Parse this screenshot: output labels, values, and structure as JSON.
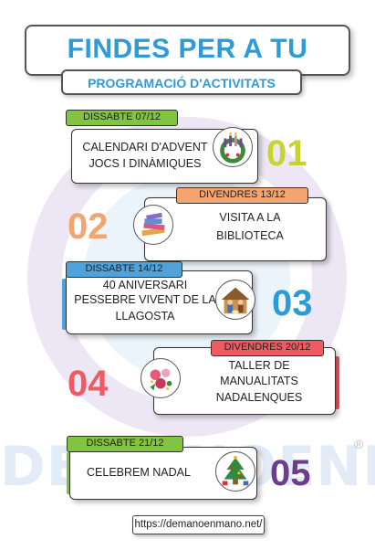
{
  "watermark": {
    "brand": "DEMANOENMANO",
    "registered": "®"
  },
  "header": {
    "title": "FINDES PER A TU",
    "subtitle": "PROGRAMACIÓ D'ACTIVITATS"
  },
  "events": [
    {
      "date": "DISSABTE 07/12",
      "lines": [
        "CALENDARI D'ADVENT",
        "JOCS I DINÀMIQUES"
      ],
      "number": "01",
      "tag_color": "#82c341",
      "number_color": "#c5d42f",
      "icon": "advent-wreath-icon"
    },
    {
      "date": "DIVENDRES 13/12",
      "lines": [
        "VISITA A LA",
        "BIBLIOTECA"
      ],
      "number": "02",
      "tag_color": "#f4a470",
      "number_color": "#f4a470",
      "icon": "books-icon"
    },
    {
      "date": "DISSABTE  14/12",
      "lines": [
        "40 ANIVERSARI",
        "PESSEBRE VIVENT DE LA",
        "LLAGOSTA"
      ],
      "number": "03",
      "tag_color": "#4fa3dc",
      "number_color": "#2d9bd8",
      "icon": "nativity-icon"
    },
    {
      "date": "DIVENDRES 20/12",
      "lines": [
        "TALLER DE",
        "MANUALITATS",
        "NADALENQUES"
      ],
      "number": "04",
      "tag_color": "#ef5a63",
      "number_color": "#ef5a63",
      "icon": "crafts-icon"
    },
    {
      "date": "DISSABTE  21/12",
      "lines": [
        "CELEBREM NADAL"
      ],
      "number": "05",
      "tag_color": "#82c341",
      "number_color": "#6b3d8a",
      "icon": "christmas-tree-icon"
    }
  ],
  "footer": {
    "url": "https://demanoenmano.net/"
  }
}
